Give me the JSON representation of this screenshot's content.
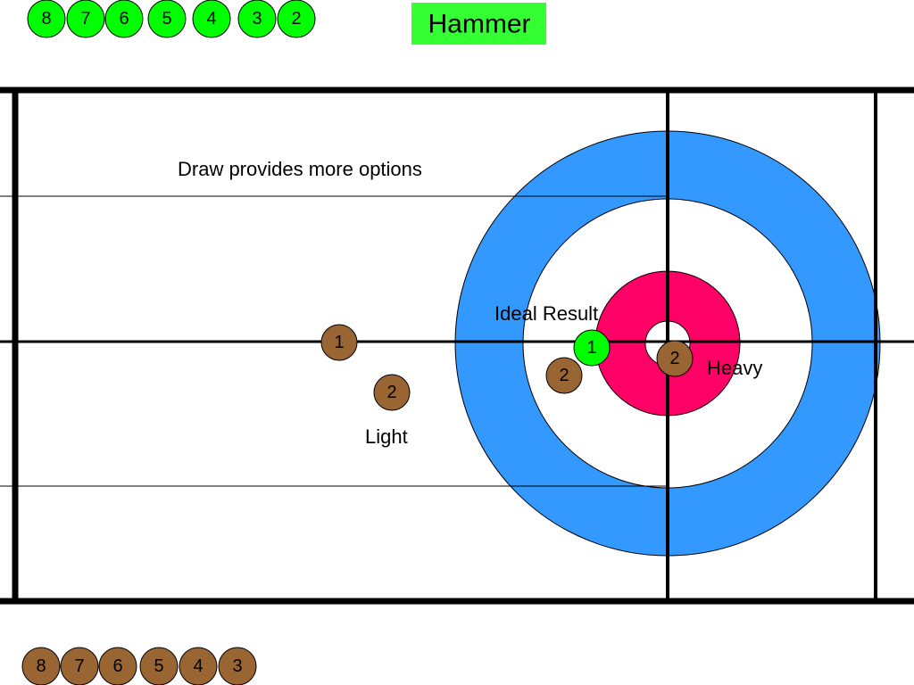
{
  "hammer": {
    "label": "Hammer",
    "color": "#33ff33"
  },
  "colors": {
    "team_green": "#00ff00",
    "team_brown": "#996633",
    "twelve_foot": "#3399ff",
    "button": "#ff0066"
  },
  "top_stones": {
    "team": "green",
    "labels": [
      "8",
      "7",
      "6",
      "5",
      "4",
      "3",
      "2"
    ]
  },
  "bottom_stones": {
    "team": "brown",
    "labels": [
      "8",
      "7",
      "6",
      "5",
      "4",
      "3"
    ]
  },
  "play_stones": [
    {
      "team": "brown",
      "label": "1"
    },
    {
      "team": "brown",
      "label": "2"
    },
    {
      "team": "green",
      "label": "1"
    },
    {
      "team": "brown",
      "label": "2"
    },
    {
      "team": "brown",
      "label": "2"
    }
  ],
  "annotations": {
    "draw_note": "Draw provides more options",
    "ideal": "Ideal Result",
    "light": "Light",
    "heavy": "Heavy"
  }
}
